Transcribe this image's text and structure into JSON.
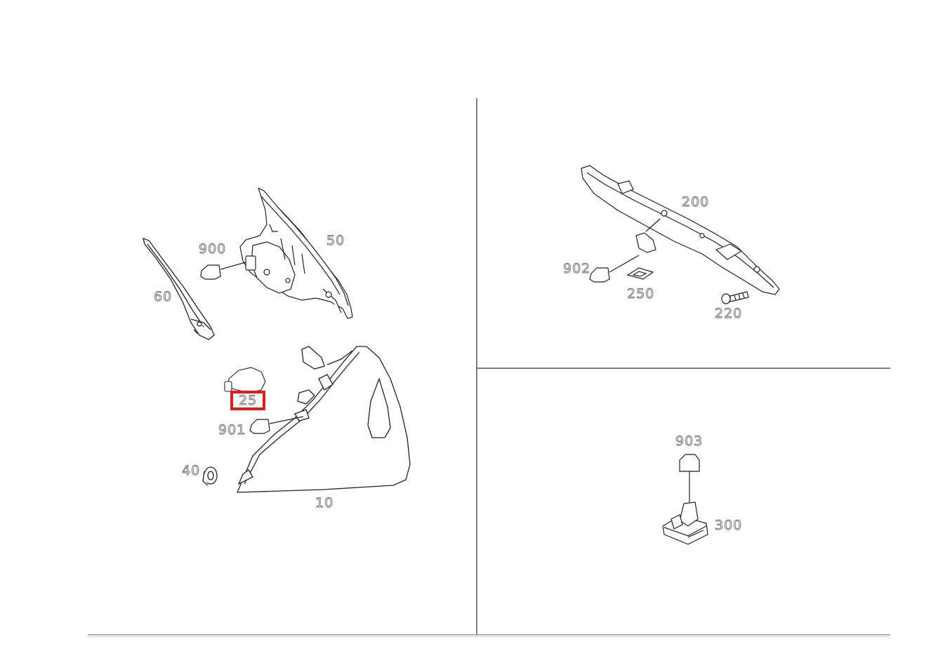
{
  "parts": {
    "p10": "10",
    "p25": "25",
    "p40": "40",
    "p50": "50",
    "p60": "60",
    "p200": "200",
    "p220": "220",
    "p250": "250",
    "p300": "300",
    "p900": "900",
    "p901": "901",
    "p902": "902",
    "p903": "903"
  },
  "highlighted_part": "25",
  "colors": {
    "line": "#222222",
    "label_outline": "#6b6b6b",
    "highlight": "#e31b1b"
  }
}
